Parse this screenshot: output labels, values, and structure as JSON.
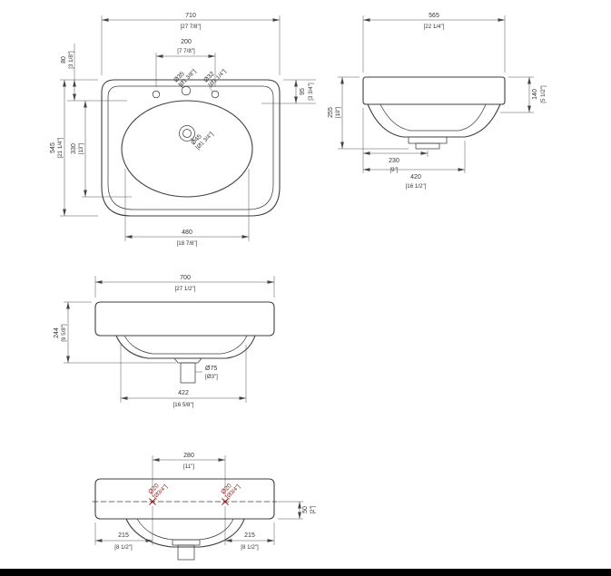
{
  "drawing_colors": {
    "line": "#3f3f3f",
    "dim": "#555555",
    "accent": "#8b2020",
    "footer_bar": "#000000"
  },
  "views": {
    "plan": {
      "overall_width_mm": "710",
      "overall_width_in": "[27 7/8\"]",
      "back_rim_mm": "80",
      "back_rim_in": "[3 1/8\"]",
      "faucet_spacing_mm": "200",
      "faucet_spacing_in": "[7 7/8\"]",
      "hole_center_mm": "Ø35",
      "hole_center_in": "[Ø1 3/8\"]",
      "hole_right_mm": "Ø32",
      "hole_right_in": "[Ø1 1/4\"]",
      "front_rim_mm": "95",
      "front_rim_in": "[3 3/4\"]",
      "overall_depth_mm": "545",
      "overall_depth_in": "[21 1/4\"]",
      "basin_depth_mm": "330",
      "basin_depth_in": "[13\"]",
      "drain_mm": "Ø45",
      "drain_in": "[Ø1 3/4\"]",
      "basin_width_mm": "480",
      "basin_width_in": "[18 7/8\"]"
    },
    "side": {
      "overall_depth_mm": "565",
      "overall_depth_in": "[22 1/4\"]",
      "overall_height_mm": "255",
      "overall_height_in": "[10\"]",
      "front_height_mm": "140",
      "front_height_in": "[5 1/2\"]",
      "drain_offset_mm": "230",
      "drain_offset_in": "[9\"]",
      "base_depth_mm": "420",
      "base_depth_in": "[16 1/2\"]"
    },
    "front": {
      "overall_width_mm": "700",
      "overall_width_in": "[27 1/2\"]",
      "overall_height_mm": "244",
      "overall_height_in": "[9 5/8\"]",
      "drain_pipe_mm": "Ø75",
      "drain_pipe_in": "[Ø3\"]",
      "base_width_mm": "422",
      "base_width_in": "[16 5/8\"]"
    },
    "rear": {
      "hole_spacing_mm": "280",
      "hole_spacing_in": "[11\"]",
      "hole_left_mm": "Ø20",
      "hole_left_in": "[Ø3/4\"]",
      "hole_right_mm": "Ø20",
      "hole_right_in": "[Ø3/4\"]",
      "hole_drop_mm": "50",
      "hole_drop_in": "[2\"]",
      "edge_left_mm": "215",
      "edge_left_in": "[8 1/2\"]",
      "edge_right_mm": "215",
      "edge_right_in": "[8 1/2\"]"
    }
  }
}
